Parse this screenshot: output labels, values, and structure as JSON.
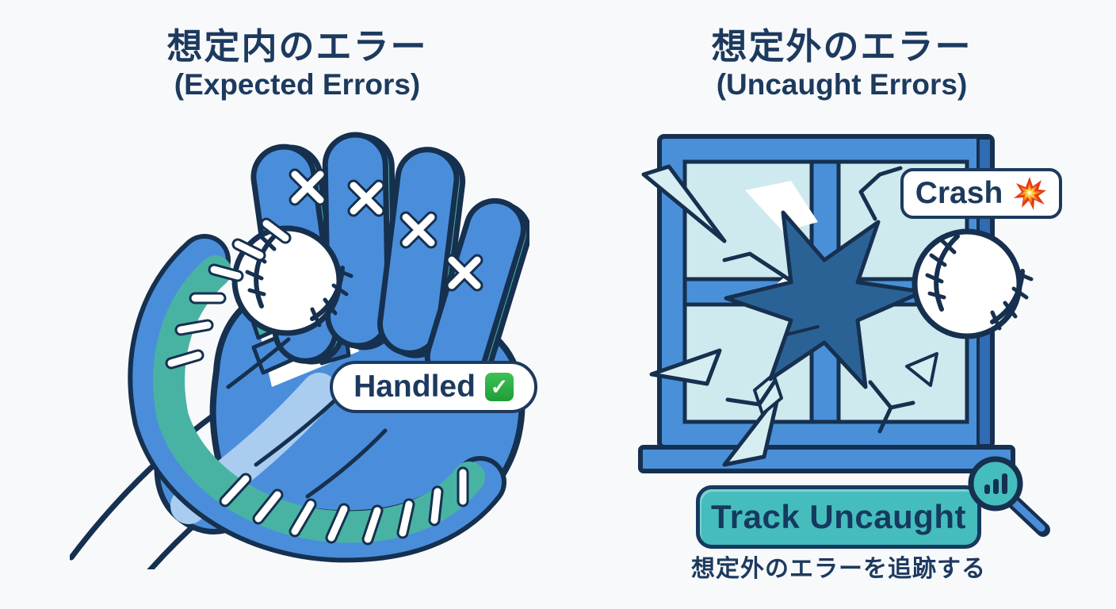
{
  "colors": {
    "background": "#f8f9fb",
    "navy_outline": "#16304f",
    "text_navy": "#1d3a5e",
    "glove_blue": "#4a8edb",
    "glove_blue_dark": "#2f6cb3",
    "glove_teal": "#49b3a3",
    "trail_light_blue": "#a9ccf0",
    "window_frame_blue": "#4a90d9",
    "glass_cyan": "#cfeaee",
    "burst_blue": "#2b6296",
    "button_teal": "#45bdbd",
    "check_green": "#27ae3b",
    "collision_red": "#e33d18",
    "collision_yellow": "#ffd34d",
    "white": "#ffffff"
  },
  "left_panel": {
    "title_ja": "想定内のエラー",
    "title_en": "(Expected Errors)",
    "illustration": "baseball-glove-catching-ball",
    "handled_badge": {
      "label": "Handled",
      "icon": "check-icon",
      "check_glyph": "✓"
    }
  },
  "right_panel": {
    "title_ja": "想定外のエラー",
    "title_en": "(Uncaught Errors)",
    "illustration": "baseball-smashing-window",
    "crash_badge": {
      "label": "Crash",
      "icon": "collision-icon"
    },
    "track_button": {
      "label": "Track Uncaught",
      "icon": "magnifier-chart-icon"
    },
    "caption_ja": "想定外のエラーを追跡する"
  }
}
